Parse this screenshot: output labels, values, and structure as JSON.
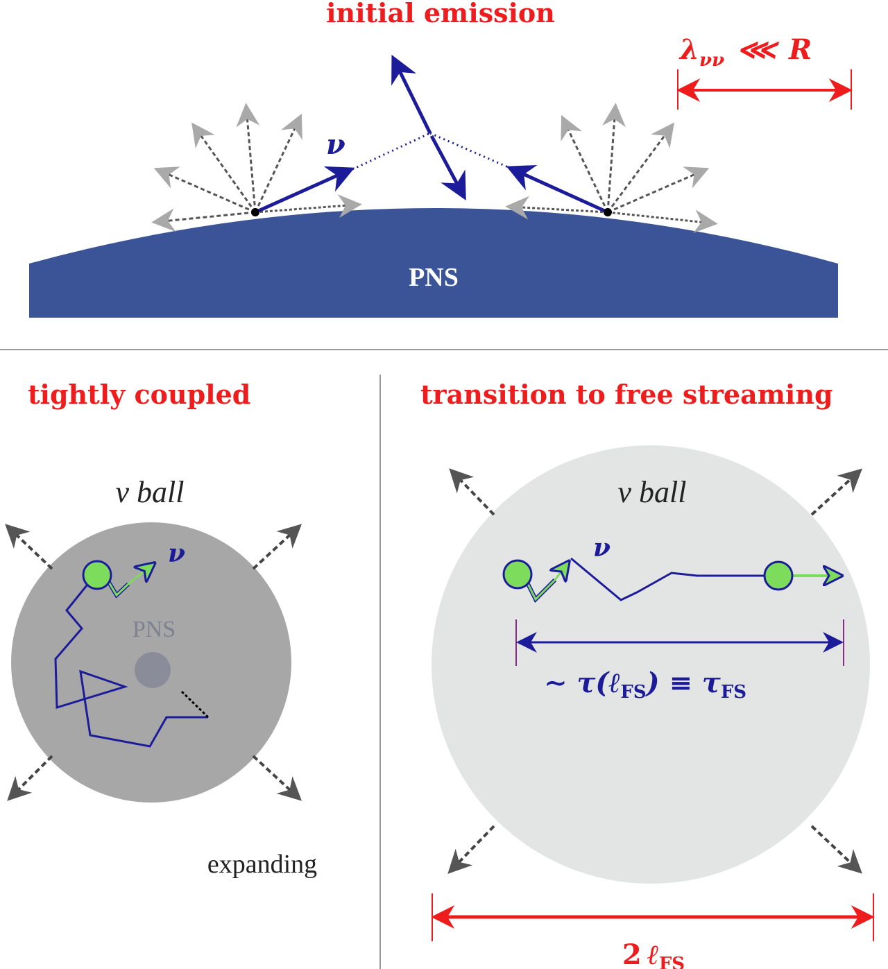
{
  "colors": {
    "accent_red": "#ee1c1c",
    "neutrino_blue": "#1c1c9a",
    "pns_blue": "#3b5497",
    "neutrino_green": "#7ddc5c",
    "ball_dark": "#a7a7a7",
    "ball_light": "#e3e4e4",
    "emission_gray": "#a9a9a9",
    "arrow_dark": "#555555"
  },
  "top_panel": {
    "title": "initial emission",
    "scale_label_lambda": "λ",
    "scale_label_sub": "νν",
    "scale_label_rel": "⋘",
    "scale_label_R": "R",
    "neutrino_label": "ν",
    "pns_label": "PNS"
  },
  "bottom_left_panel": {
    "title": "tightly coupled",
    "ball_label": "ν ball",
    "neutrino_label": "ν",
    "pns_label": "PNS",
    "expanding_label": "expanding"
  },
  "bottom_right_panel": {
    "title": "transition to free streaming",
    "ball_label": "ν ball",
    "neutrino_label": "ν",
    "timescale_label_prefix": "∼ τ(",
    "timescale_label_ell": "ℓ",
    "timescale_label_sub": "FS",
    "timescale_label_mid": ") ≡ τ",
    "timescale_label_sub2": "FS",
    "diameter_label_num": "2",
    "diameter_label_ell": "ℓ",
    "diameter_label_sub": "FS"
  }
}
